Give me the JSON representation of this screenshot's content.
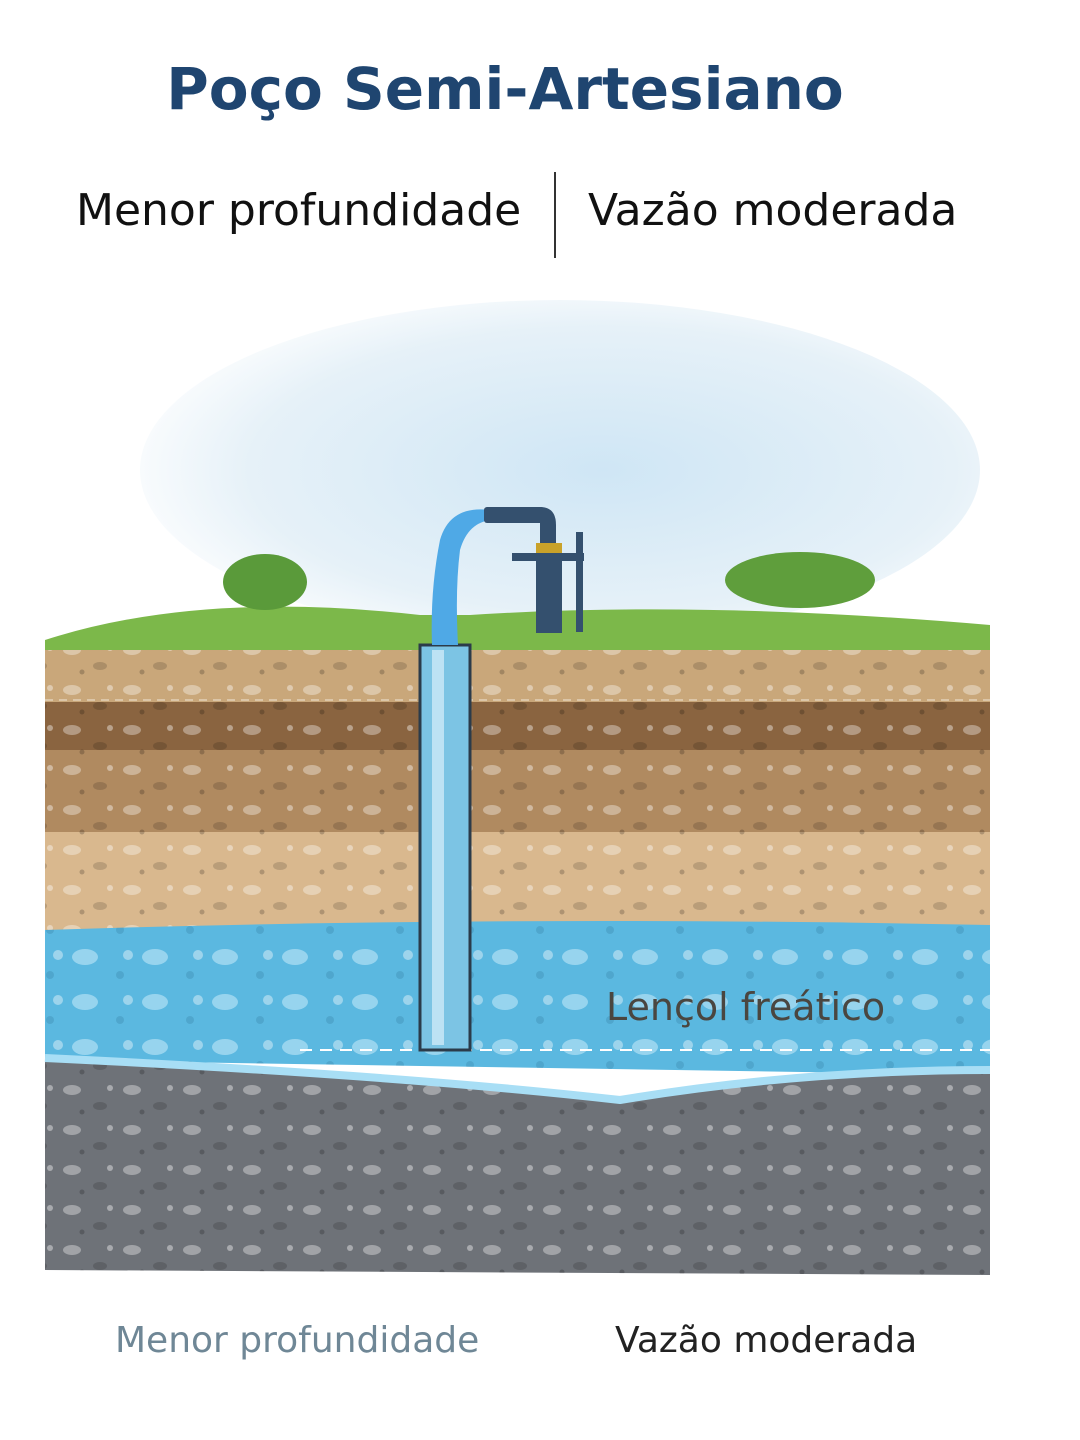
{
  "title": "Poço Semi-Artesiano",
  "header": {
    "left": "Menor profundidade",
    "right": "Vazão moderada"
  },
  "diagram": {
    "water_table_label": "Lençol freático"
  },
  "footer": {
    "left": "Menor profundidade",
    "right": "Vazão moderada"
  },
  "colors": {
    "title": "#1f4570",
    "water": "#5bb8e0",
    "pipe": "#34506e"
  }
}
